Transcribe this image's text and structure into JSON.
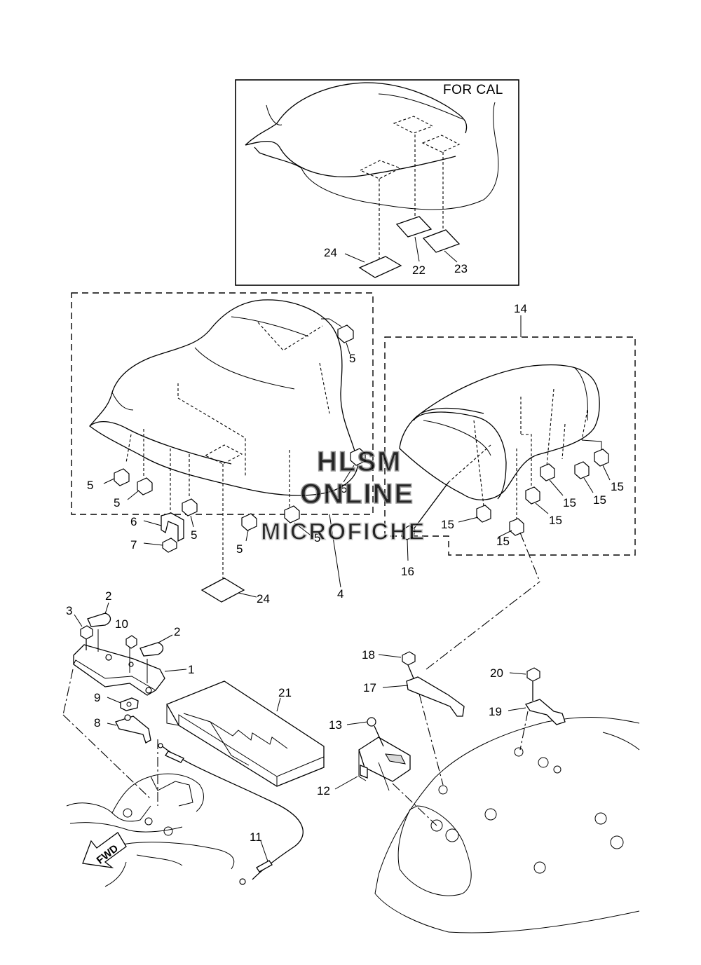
{
  "inset": {
    "title": "FOR CAL"
  },
  "watermark": {
    "line1": "HLSM",
    "line2": "ONLINE",
    "line3": "MICROFICHE"
  },
  "fwd_label": "FWD",
  "callouts": {
    "c1": "1",
    "c2a": "2",
    "c2b": "2",
    "c3": "3",
    "c4": "4",
    "c5a": "5",
    "c5b": "5",
    "c5c": "5",
    "c5d": "5",
    "c5e": "5",
    "c5f": "5",
    "c5g": "5",
    "c6": "6",
    "c7": "7",
    "c8": "8",
    "c9": "9",
    "c10": "10",
    "c11": "11",
    "c12": "12",
    "c13": "13",
    "c14": "14",
    "c15a": "15",
    "c15b": "15",
    "c15c": "15",
    "c15d": "15",
    "c15e": "15",
    "c15f": "15",
    "c16": "16",
    "c17": "17",
    "c18": "18",
    "c19": "19",
    "c20": "20",
    "c21": "21",
    "c22": "22",
    "c23": "23",
    "c24a": "24",
    "c24b": "24"
  }
}
